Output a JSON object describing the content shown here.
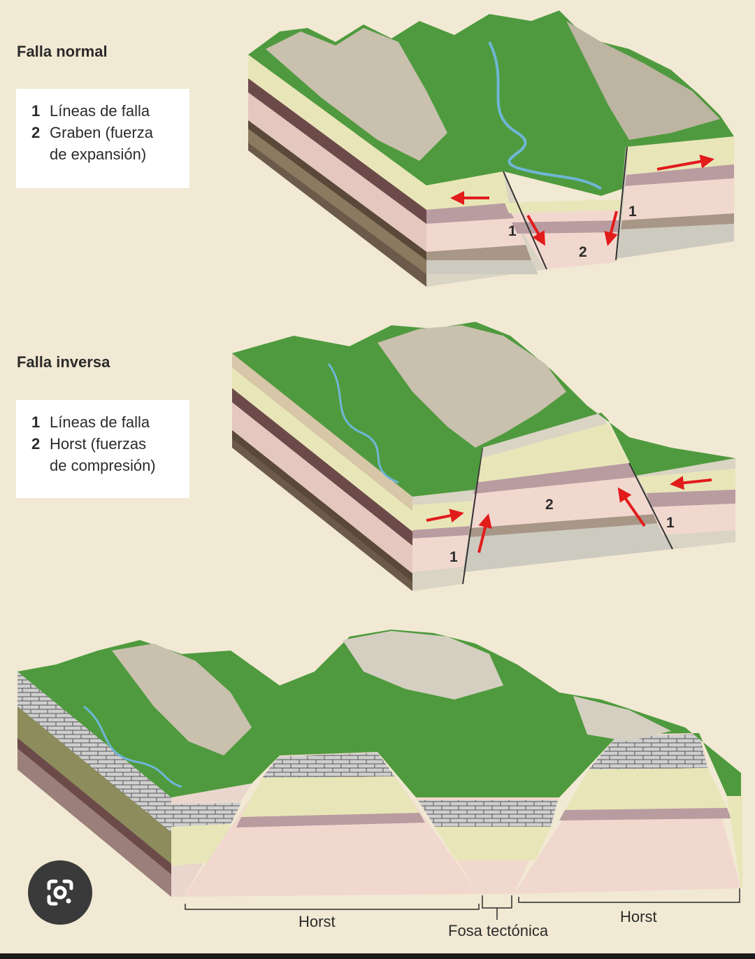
{
  "panels": [
    {
      "title": "Falla normal",
      "legend": [
        {
          "num": "1",
          "text": "Líneas de falla"
        },
        {
          "num": "2",
          "text": "Graben (fuerza\nde expansión)"
        }
      ],
      "markers": [
        "1",
        "1",
        "2"
      ]
    },
    {
      "title": "Falla inversa",
      "legend": [
        {
          "num": "1",
          "text": "Líneas de falla"
        },
        {
          "num": "2",
          "text": "Horst (fuerzas\nde compresión)"
        }
      ],
      "markers": [
        "1",
        "1",
        "2"
      ]
    },
    {
      "labels": {
        "horst_left": "Horst",
        "fosa": "Fosa tectónica",
        "horst_right": "Horst"
      }
    }
  ],
  "colors": {
    "background": "#f1e9d3",
    "arrow": "#e21b1b",
    "terrain": "#4f9a3e"
  },
  "icons": [
    "google-lens-icon"
  ]
}
